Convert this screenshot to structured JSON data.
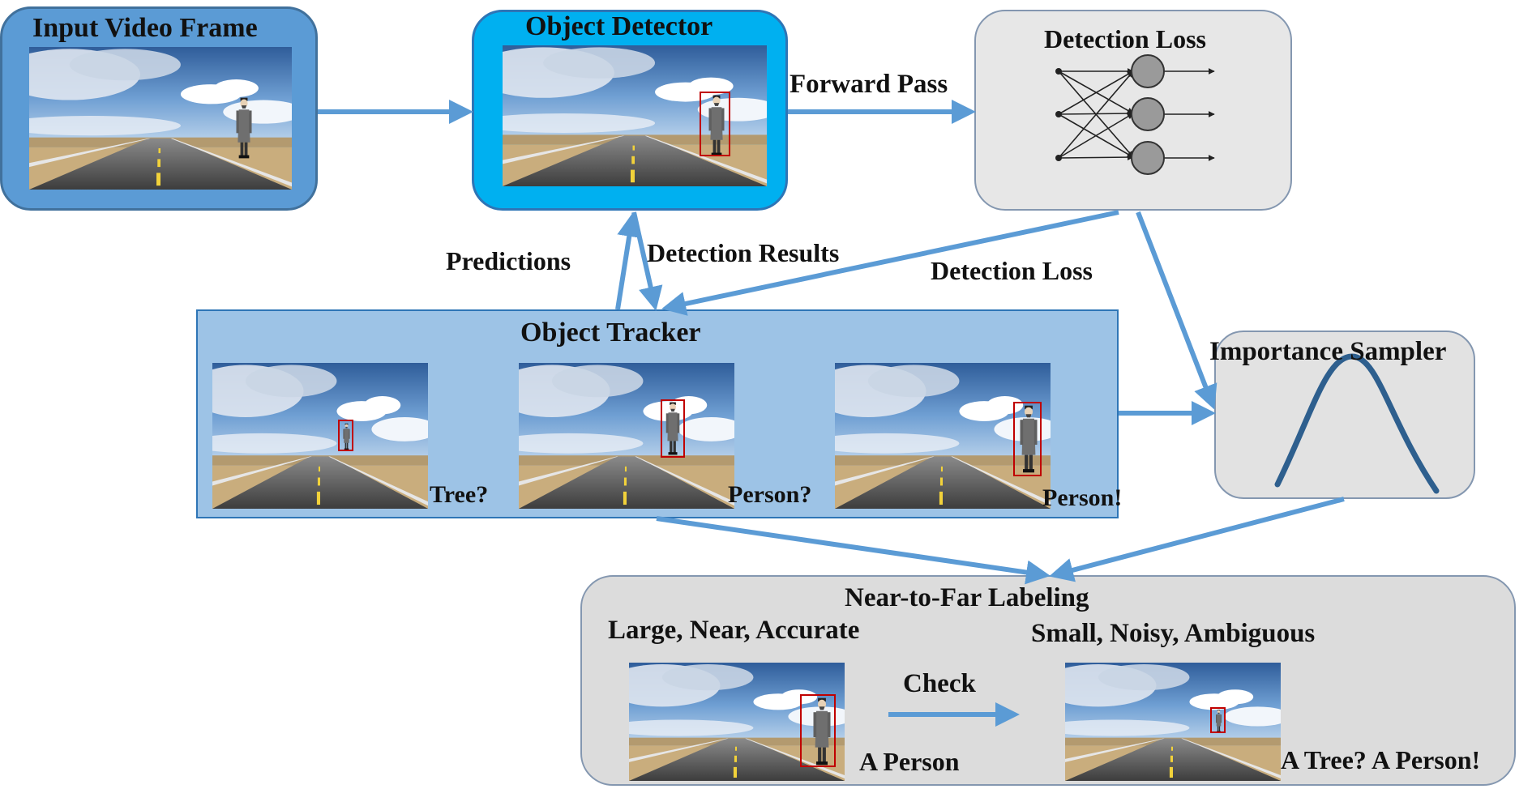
{
  "nodes": {
    "input": {
      "title": "Input Video Frame"
    },
    "detector": {
      "title": "Object Detector"
    },
    "loss": {
      "title": "Detection Loss"
    },
    "tracker": {
      "title": "Object Tracker",
      "frame_labels": [
        "Tree?",
        "Person?",
        "Person!"
      ]
    },
    "sampler": {
      "title": "Importance Sampler"
    },
    "labeling": {
      "title": "Near-to-Far Labeling",
      "left_caption": "Large, Near, Accurate",
      "right_caption": "Small, Noisy, Ambiguous",
      "check_label": "Check",
      "left_answer": "A Person",
      "right_answer": "A Tree? A Person!"
    }
  },
  "edges": {
    "forward_pass": "Forward Pass",
    "predictions": "Predictions",
    "detection_results": "Detection Results",
    "detection_loss": "Detection Loss"
  },
  "colors": {
    "arrow": "#5b9bd5",
    "input_box": "#5b9bd5",
    "detector_box": "#00b0f0",
    "tracker_box": "#9dc3e6",
    "gray_box": "#d9d9d9",
    "bbox": "#c00000"
  }
}
